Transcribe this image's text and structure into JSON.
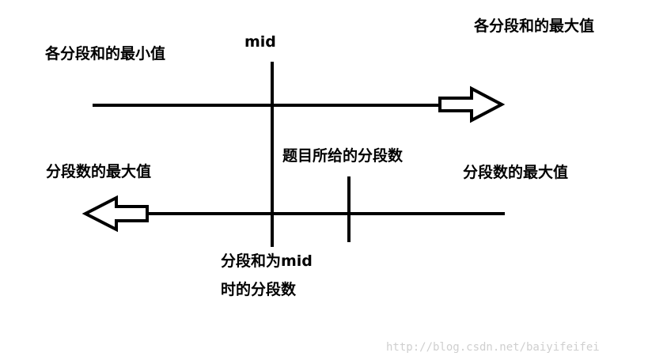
{
  "diagram": {
    "labels": {
      "top_left": "各分段和的最小值",
      "top_right": "各分段和的最大值",
      "mid": "mid",
      "left_bottom": "分段数的最大值",
      "right_bottom": "分段数的最大值",
      "given_segments": "题目所给的分段数",
      "mid_line1": "分段和为mid",
      "mid_line2": "时的分段数"
    },
    "watermark": "http://blog.csdn.net/baiyifeifei"
  }
}
